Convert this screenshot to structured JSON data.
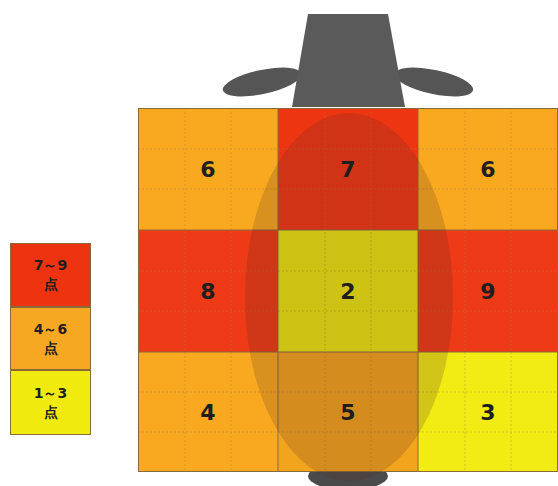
{
  "diagram": {
    "nodes": [
      {
        "text": [
          "6"
        ]
      },
      {
        "text": [
          "7"
        ]
      },
      {
        "text": [
          "6"
        ]
      },
      {
        "text": [
          "8"
        ]
      },
      {
        "text": [
          "2"
        ]
      },
      {
        "text": [
          "9"
        ]
      },
      {
        "text": [
          "4"
        ]
      },
      {
        "text": [
          "5"
        ]
      },
      {
        "text": [
          "3"
        ]
      }
    ],
    "legend": [
      {
        "text": "7～9 点",
        "color": "#ee3311"
      },
      {
        "text": "4～6 点",
        "color": "#f7a823"
      },
      {
        "text": "1～3 点",
        "color": "#f0ea0e"
      }
    ]
  }
}
